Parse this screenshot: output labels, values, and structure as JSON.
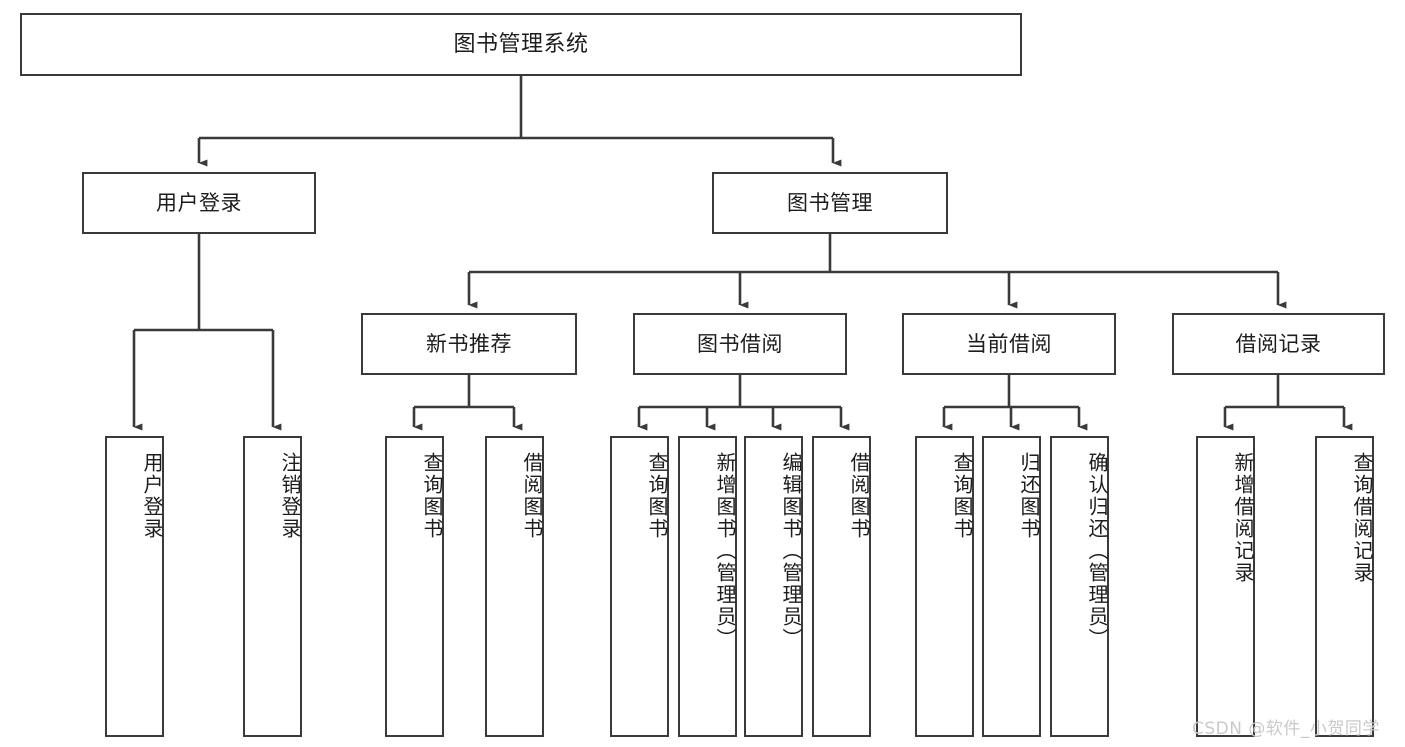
{
  "diagram": {
    "title": "图书管理系统",
    "type": "tree-hierarchy",
    "colors": {
      "box_border": "#3a3a3a",
      "box_fill": "#ffffff",
      "connector": "#3a3a3a",
      "text": "#1d1d1d",
      "watermark": "#c9c9c9",
      "background": "#ffffff"
    }
  },
  "root": {
    "label": "图书管理系统"
  },
  "level2": [
    {
      "label": "用户登录"
    },
    {
      "label": "图书管理"
    }
  ],
  "level3": [
    {
      "label": "新书推荐"
    },
    {
      "label": "图书借阅"
    },
    {
      "label": "当前借阅"
    },
    {
      "label": "借阅记录"
    }
  ],
  "leaves": {
    "user_login": [
      {
        "label": "用户登录"
      },
      {
        "label": "注销登录"
      }
    ],
    "new_book_recommend": [
      {
        "label": "查询图书"
      },
      {
        "label": "借阅图书"
      }
    ],
    "book_borrow": [
      {
        "label": "查询图书"
      },
      {
        "label": "新增图书（管理员）"
      },
      {
        "label": "编辑图书（管理员）"
      },
      {
        "label": "借阅图书"
      }
    ],
    "current_borrow": [
      {
        "label": "查询图书"
      },
      {
        "label": "归还图书"
      },
      {
        "label": "确认归还（管理员）"
      }
    ],
    "borrow_record": [
      {
        "label": "新增借阅记录"
      },
      {
        "label": "查询借阅记录"
      }
    ]
  },
  "watermark": {
    "text": "CSDN @软件_小贺同学"
  }
}
